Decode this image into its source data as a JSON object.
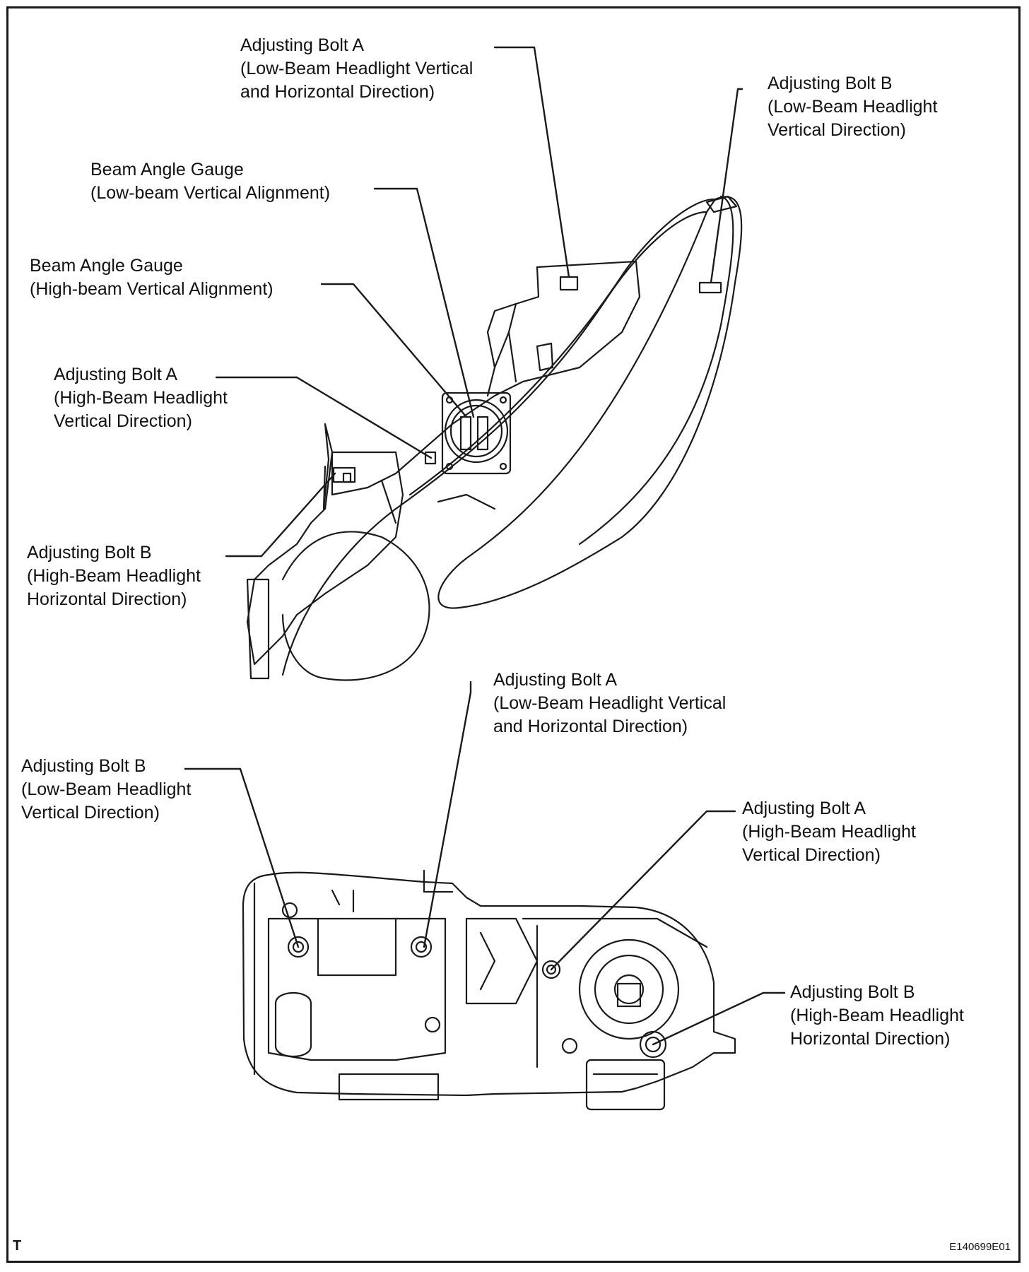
{
  "labels": {
    "top_bolt_a_low": [
      "Adjusting Bolt A",
      "(Low-Beam Headlight Vertical",
      "and Horizontal Direction)"
    ],
    "top_bolt_b_low": [
      "Adjusting Bolt B",
      "(Low-Beam Headlight",
      "Vertical Direction)"
    ],
    "gauge_low": [
      "Beam Angle Gauge",
      "(Low-beam Vertical Alignment)"
    ],
    "gauge_high": [
      "Beam Angle Gauge",
      "(High-beam Vertical Alignment)"
    ],
    "top_bolt_a_high": [
      "Adjusting Bolt A",
      "(High-Beam Headlight",
      "Vertical Direction)"
    ],
    "top_bolt_b_high": [
      "Adjusting Bolt B",
      "(High-Beam Headlight",
      "Horizontal Direction)"
    ],
    "bottom_bolt_a_low": [
      "Adjusting Bolt A",
      "(Low-Beam Headlight Vertical",
      "and Horizontal Direction)"
    ],
    "bottom_bolt_b_low": [
      "Adjusting Bolt B",
      "(Low-Beam Headlight",
      "Vertical Direction)"
    ],
    "bottom_bolt_a_high": [
      "Adjusting Bolt A",
      "(High-Beam Headlight",
      "Vertical Direction)"
    ],
    "bottom_bolt_b_high": [
      "Adjusting Bolt B",
      "(High-Beam Headlight",
      "Horizontal Direction)"
    ]
  },
  "corner_mark": "T",
  "figure_code": "E140699E01"
}
